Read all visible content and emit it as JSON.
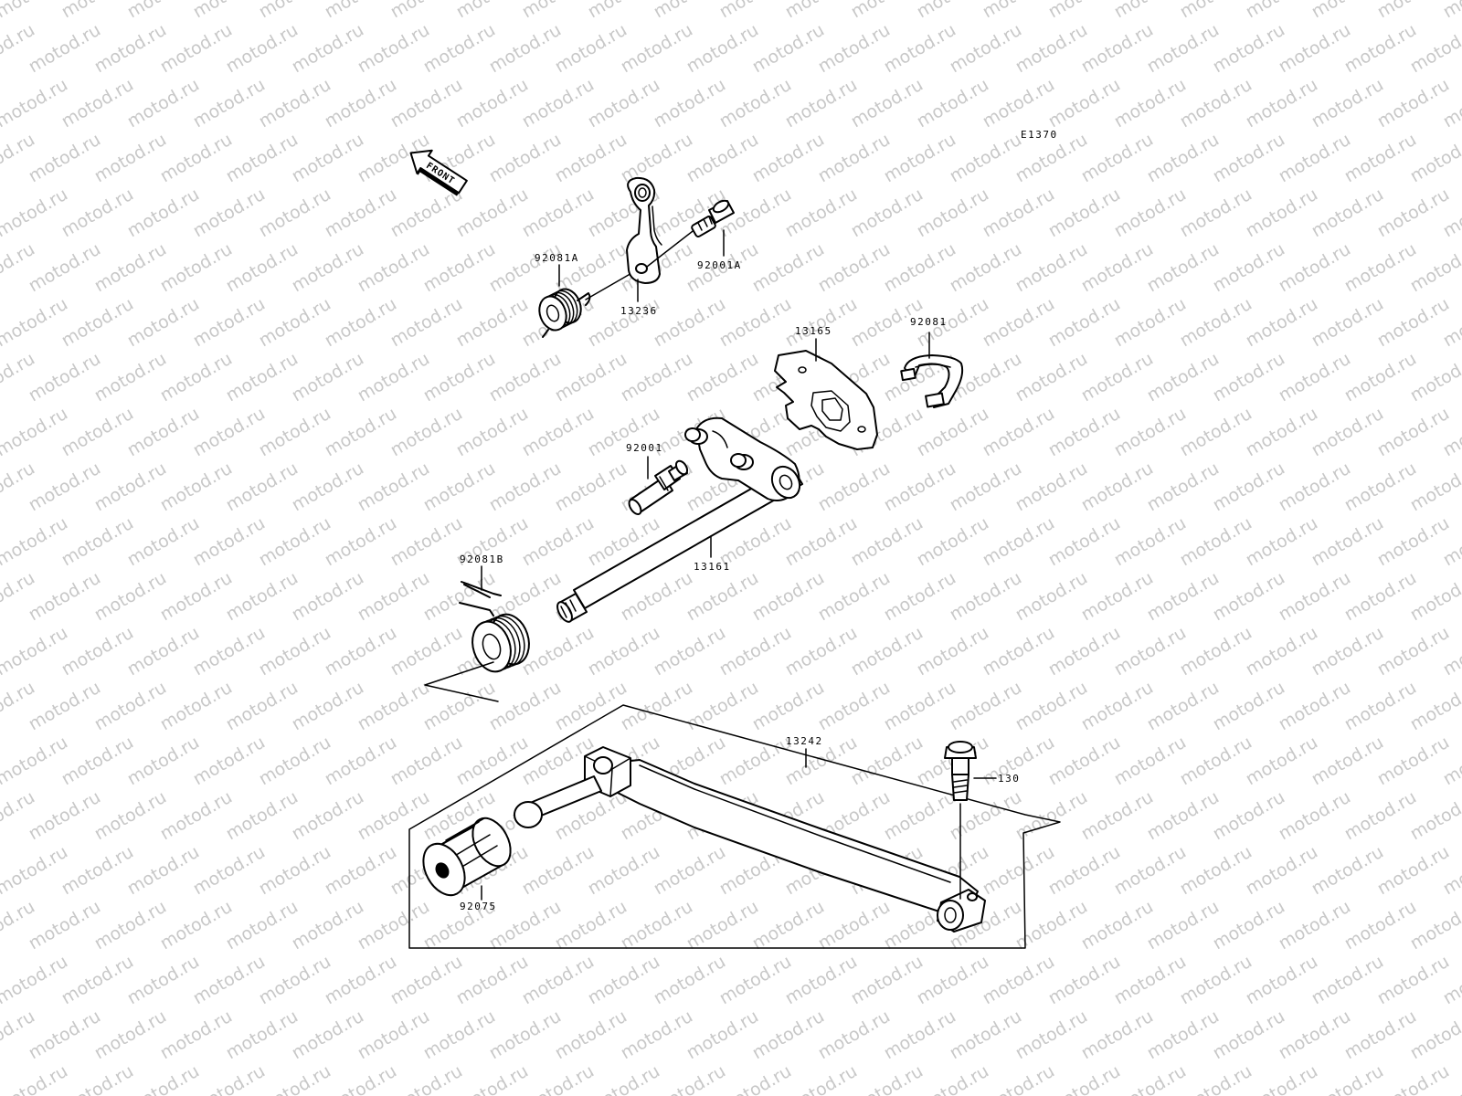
{
  "watermark": {
    "text": "motod.ru"
  },
  "diagram": {
    "code": "E1370",
    "front_arrow_label": "FRONT",
    "parts": {
      "p92081A": "92081A",
      "p13236": "13236",
      "p92001A": "92001A",
      "p13165": "13165",
      "p92081": "92081",
      "p92001": "92001",
      "p13161": "13161",
      "p92081B": "92081B",
      "p13242": "13242",
      "p130": "130",
      "p92075": "92075"
    }
  }
}
